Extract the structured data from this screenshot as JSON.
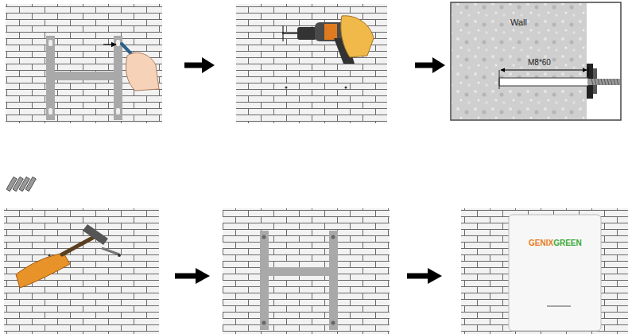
{
  "diagram": {
    "labels": [
      "Wall",
      "M8*60",
      "GENIX",
      "GREEN"
    ]
  }
}
